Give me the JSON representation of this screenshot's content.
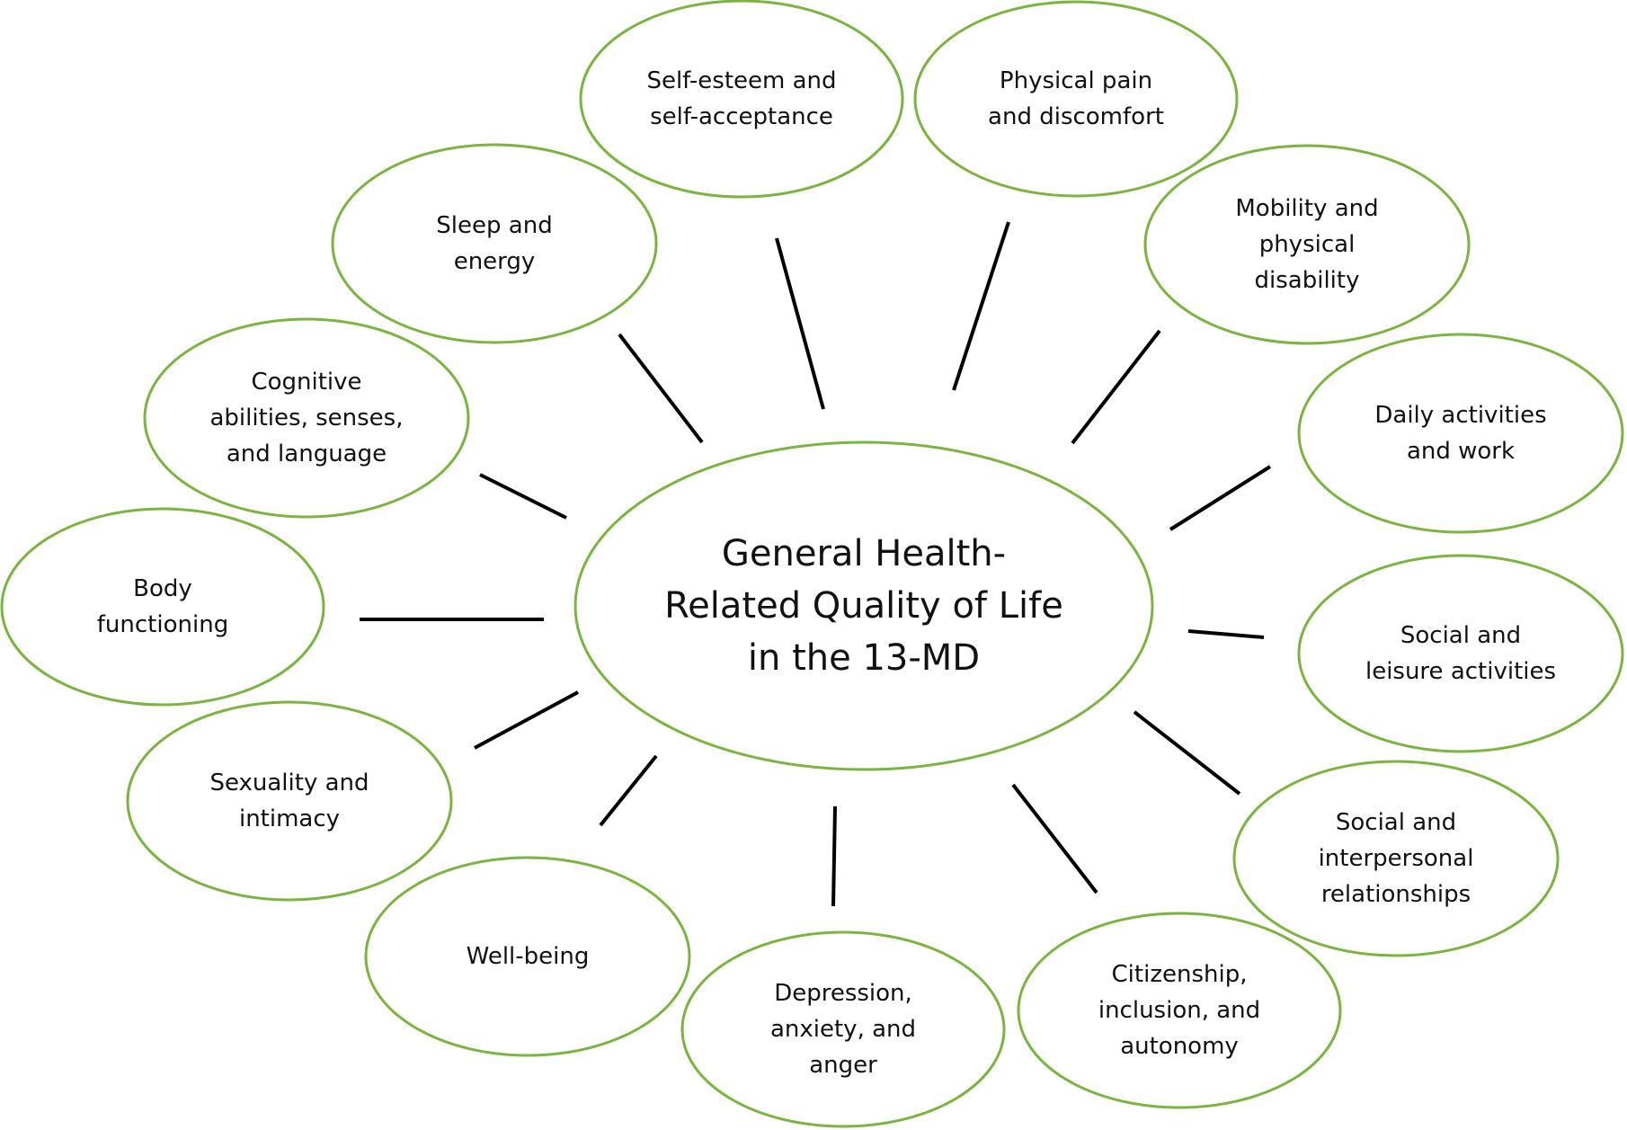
{
  "diagram": {
    "center": {
      "lines": [
        "General Health-",
        "Related Quality of Life",
        "in the 13-MD"
      ]
    },
    "domains": [
      {
        "id": "self-esteem",
        "lines": [
          "Self-esteem and",
          "self-acceptance"
        ]
      },
      {
        "id": "physical-pain",
        "lines": [
          "Physical pain",
          "and discomfort"
        ]
      },
      {
        "id": "mobility",
        "lines": [
          "Mobility and",
          "physical",
          "disability"
        ]
      },
      {
        "id": "daily-activities",
        "lines": [
          "Daily activities",
          "and work"
        ]
      },
      {
        "id": "social-leisure",
        "lines": [
          "Social and",
          "leisure activities"
        ]
      },
      {
        "id": "social-relationships",
        "lines": [
          "Social and",
          "interpersonal",
          "relationships"
        ]
      },
      {
        "id": "citizenship",
        "lines": [
          "Citizenship,",
          "inclusion, and",
          "autonomy"
        ]
      },
      {
        "id": "depression",
        "lines": [
          "Depression,",
          "anxiety, and",
          "anger"
        ]
      },
      {
        "id": "well-being",
        "lines": [
          "Well-being"
        ]
      },
      {
        "id": "sexuality",
        "lines": [
          "Sexuality and",
          "intimacy"
        ]
      },
      {
        "id": "body-functioning",
        "lines": [
          "Body",
          "functioning"
        ]
      },
      {
        "id": "cognitive",
        "lines": [
          "Cognitive",
          "abilities, senses,",
          "and language"
        ]
      },
      {
        "id": "sleep",
        "lines": [
          "Sleep and",
          "energy"
        ]
      }
    ],
    "colors": {
      "oval_stroke": "#7cb342",
      "connector": "#000000",
      "text": "#111111"
    }
  }
}
